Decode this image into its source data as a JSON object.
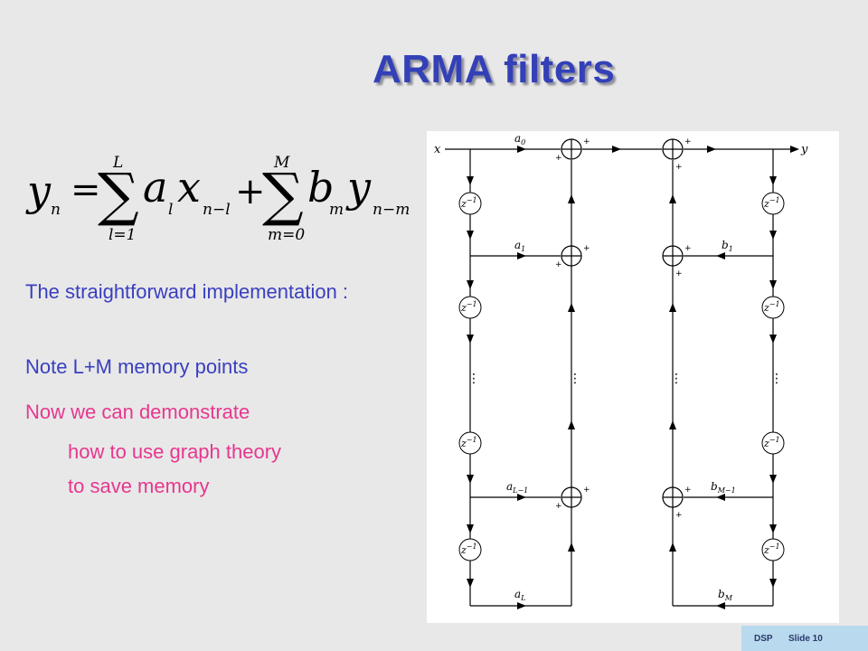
{
  "slide": {
    "title": "ARMA filters",
    "lines": [
      "The straightforward implementation :",
      "Note L+M memory points",
      "Now we can demonstrate",
      "how to use graph theory",
      "to save memory"
    ],
    "colors": {
      "title": "#3340b8",
      "blue_text": "#3a3fbf",
      "pink_text": "#e6378e",
      "footer_bg": "#b9d9ee"
    }
  },
  "formula": {
    "lhs": "y",
    "lhs_sub": "n",
    "eq": "=",
    "sum1": {
      "upper": "L",
      "lower": "l=1"
    },
    "term1": {
      "coef": "a",
      "coef_sub": "l",
      "var": "x",
      "var_sub": "n−l"
    },
    "plus": "+",
    "sum2": {
      "upper": "M",
      "lower": "m=0"
    },
    "term2": {
      "coef": "b",
      "coef_sub": "m",
      "var": "y",
      "var_sub": "n−m"
    }
  },
  "diagram": {
    "input_label": "x",
    "output_label": "y",
    "delay": "z",
    "delay_exp": "−1",
    "plus_sign": "+",
    "feedforward": [
      {
        "c": "a",
        "sub": "0"
      },
      {
        "c": "a",
        "sub": "1"
      },
      {
        "c": "a",
        "sub": "L−1"
      },
      {
        "c": "a",
        "sub": "L"
      }
    ],
    "feedback": [
      {
        "c": "b",
        "sub": "1"
      },
      {
        "c": "b",
        "sub": "M−1"
      },
      {
        "c": "b",
        "sub": "M"
      }
    ]
  },
  "footer": {
    "deck": "DSP",
    "slide": "Slide 10"
  }
}
